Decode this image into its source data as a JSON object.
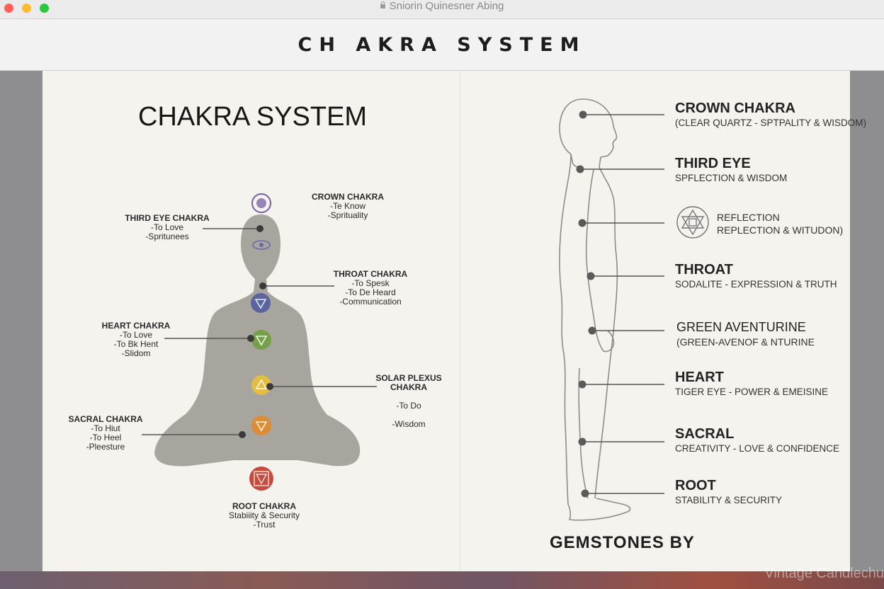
{
  "window": {
    "title": "Sniorin Quinesner Abing"
  },
  "header": {
    "title": "CH AKRA SYSTEM"
  },
  "left_panel": {
    "title": "CHAKRA SYSTEM",
    "labels": {
      "crown": {
        "title": "CROWN CHAKRA",
        "lines": [
          "-Te Know",
          "-Sprituality"
        ]
      },
      "third_eye": {
        "title": "THIRD EYE CHAKRA",
        "lines": [
          "-To Love",
          "-Spritunees"
        ]
      },
      "throat": {
        "title": "THROAT CHAKRA",
        "lines": [
          "-To Spesk",
          "-To De Heard",
          "-Communication"
        ]
      },
      "heart": {
        "title": "HEART CHAKRA",
        "lines": [
          "-To Love",
          "-To Bk Hent",
          "-Slidom"
        ]
      },
      "solar": {
        "title": "SOLAR PLEXUS\nCHAKRA",
        "lines": [
          "-To Do",
          "-Wisdom"
        ]
      },
      "sacral": {
        "title": "SACRAL CHAKRA",
        "lines": [
          "-To Hiut",
          "-To Heel",
          "-Pleesture"
        ]
      },
      "root": {
        "title": "ROOT CHAKRA",
        "lines": [
          "Stabiiity & Security",
          "-Trust"
        ]
      }
    },
    "chakra_colors": {
      "crown": "#7a5fa8",
      "third_eye": "#6a6aa8",
      "throat": "#4e5a9c",
      "heart": "#6aa03a",
      "solar": "#e8c23a",
      "sacral": "#e38a2a",
      "root": "#c0392b"
    }
  },
  "right_panel": {
    "items": [
      {
        "title": "CROWN CHAKRA",
        "subtitle": "(CLEAR QUARTZ - SPTPALITY & WISDOM)"
      },
      {
        "title": "THIRD EYE",
        "subtitle": "SPFLECTION & WISDOM"
      },
      {
        "title": "REFLECTION",
        "subtitle": "REPLECTION & WITUDON)"
      },
      {
        "title": "THROAT",
        "subtitle": "SODALITE - EXPRESSION & TRUTH"
      },
      {
        "title": "GREEN AVENTURINE",
        "subtitle": "(GREEN-AVENOF & NTURINE"
      },
      {
        "title": "HEART",
        "subtitle": "TIGER EYE - POWER & EMEISINE"
      },
      {
        "title": "SACRAL",
        "subtitle": "CREATIVITY - LOVE & CONFIDENCE"
      },
      {
        "title": "ROOT",
        "subtitle": "STABILITY & SECURITY"
      }
    ],
    "footer": "GEMSTONES BY"
  },
  "background_watermark": "Vintage Candlechu"
}
